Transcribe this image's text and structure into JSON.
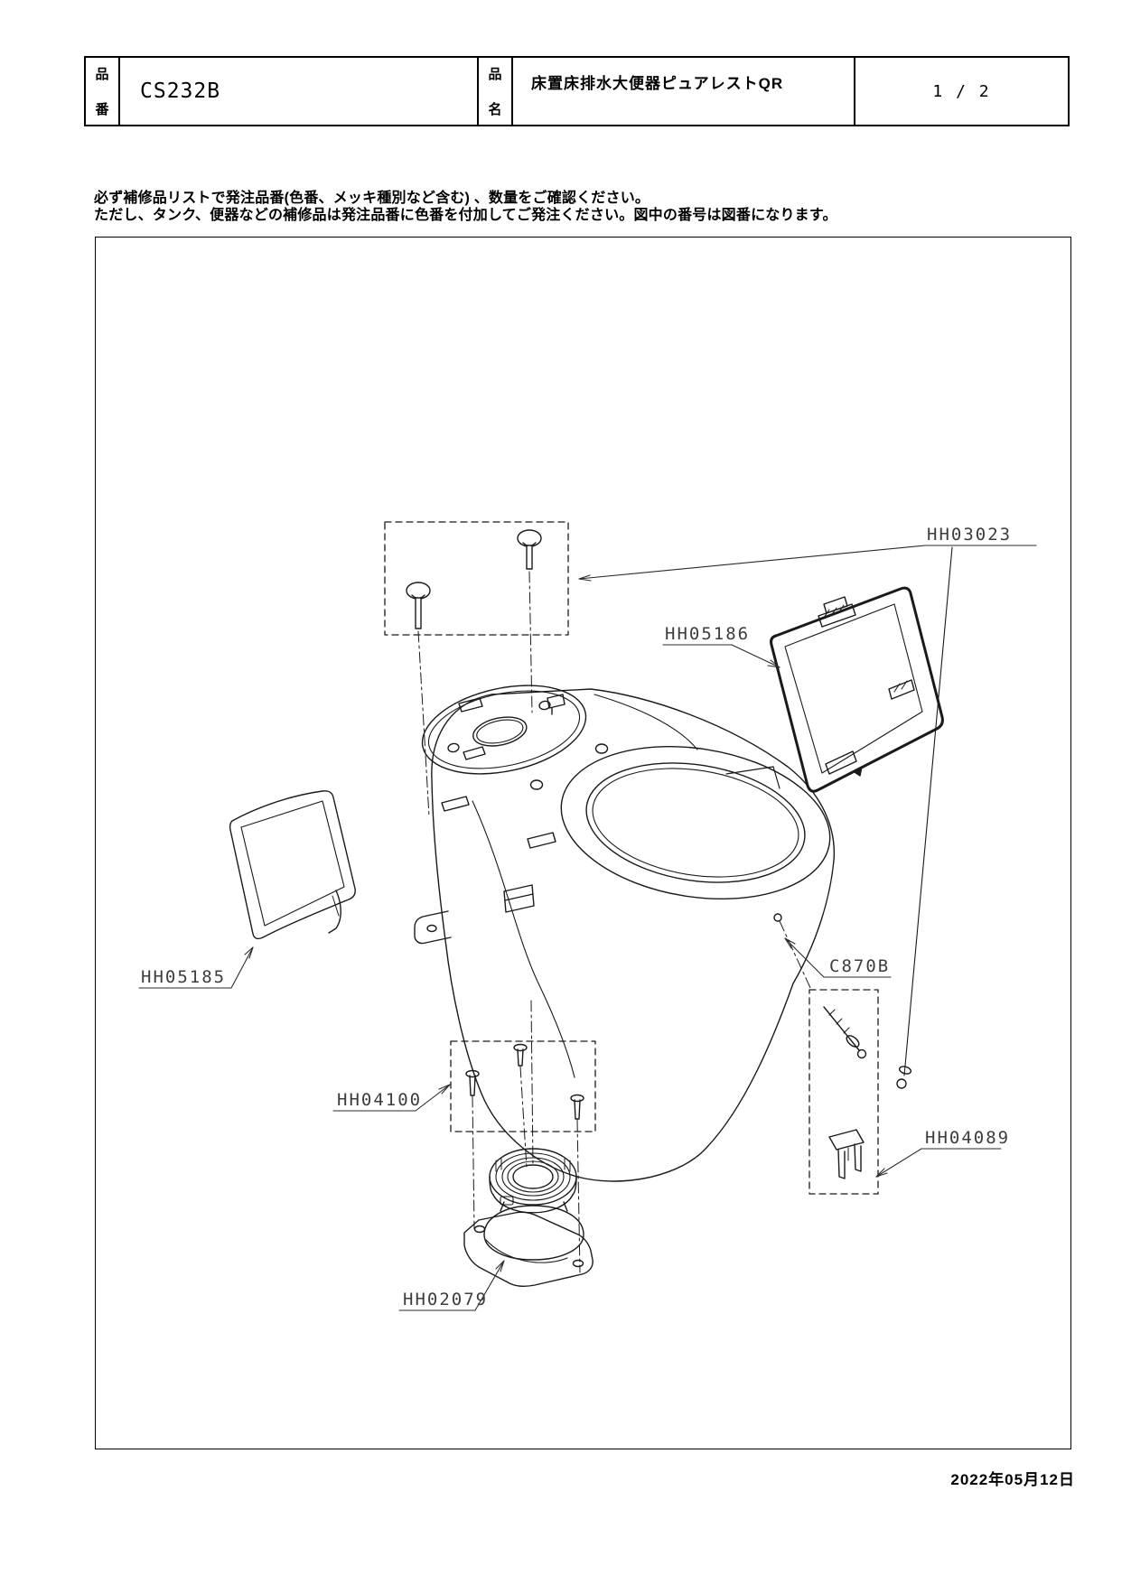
{
  "header": {
    "part_no_label_top": "品",
    "part_no_label_bottom": "番",
    "part_no": "CS232B",
    "name_label_top": "品",
    "name_label_bottom": "名",
    "product_name": "床置床排水大便器ピュアレストQR",
    "page": "1 / 2"
  },
  "notes": {
    "line1": "必ず補修品リストで発注品番(色番、メッキ種別など含む) 、数量をご確認ください。",
    "line2": "ただし、タンク、便器などの補修品は発注品番に色番を付加してご発注ください。図中の番号は図番になります。"
  },
  "parts": {
    "hh03023": "HH03023",
    "hh05186": "HH05186",
    "hh05185": "HH05185",
    "c870b": "C870B",
    "hh04100": "HH04100",
    "hh04089": "HH04089",
    "hh02079": "HH02079"
  },
  "footer": {
    "date": "2022年05月12日"
  }
}
